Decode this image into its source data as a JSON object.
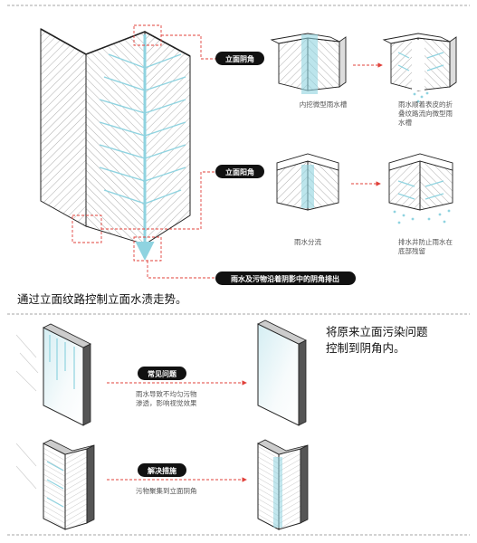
{
  "top": {
    "label_concave_1": "立面阴角",
    "caption_inner_groove": "内挖微型雨水槽",
    "caption_rain_flow": [
      "雨水顺着表皮的折",
      "叠纹路流向微型雨",
      "水槽"
    ],
    "label_convex": "立面阳角",
    "caption_rain_split": "雨水分流",
    "caption_drip": [
      "排水井防止雨水在",
      "底部残留"
    ],
    "label_discharge": "雨水及污物沿着阴影中的阴角排出",
    "summary": "通过立面纹路控制立面水渍走势。"
  },
  "bottom": {
    "title_lines": [
      "将原来立面污染问题",
      "控制到阴角内。"
    ],
    "label_problem": "常见问题",
    "caption_problem": [
      "雨水导致不均匀污物",
      "渗透，影响视觉效果"
    ],
    "label_solution": "解决措施",
    "caption_solution": "污物聚集到立面阴角"
  },
  "colors": {
    "water": "#8fd3e0",
    "accent_red": "#e0403a",
    "pill": "#111111",
    "hatch": "#9a9a9a"
  }
}
